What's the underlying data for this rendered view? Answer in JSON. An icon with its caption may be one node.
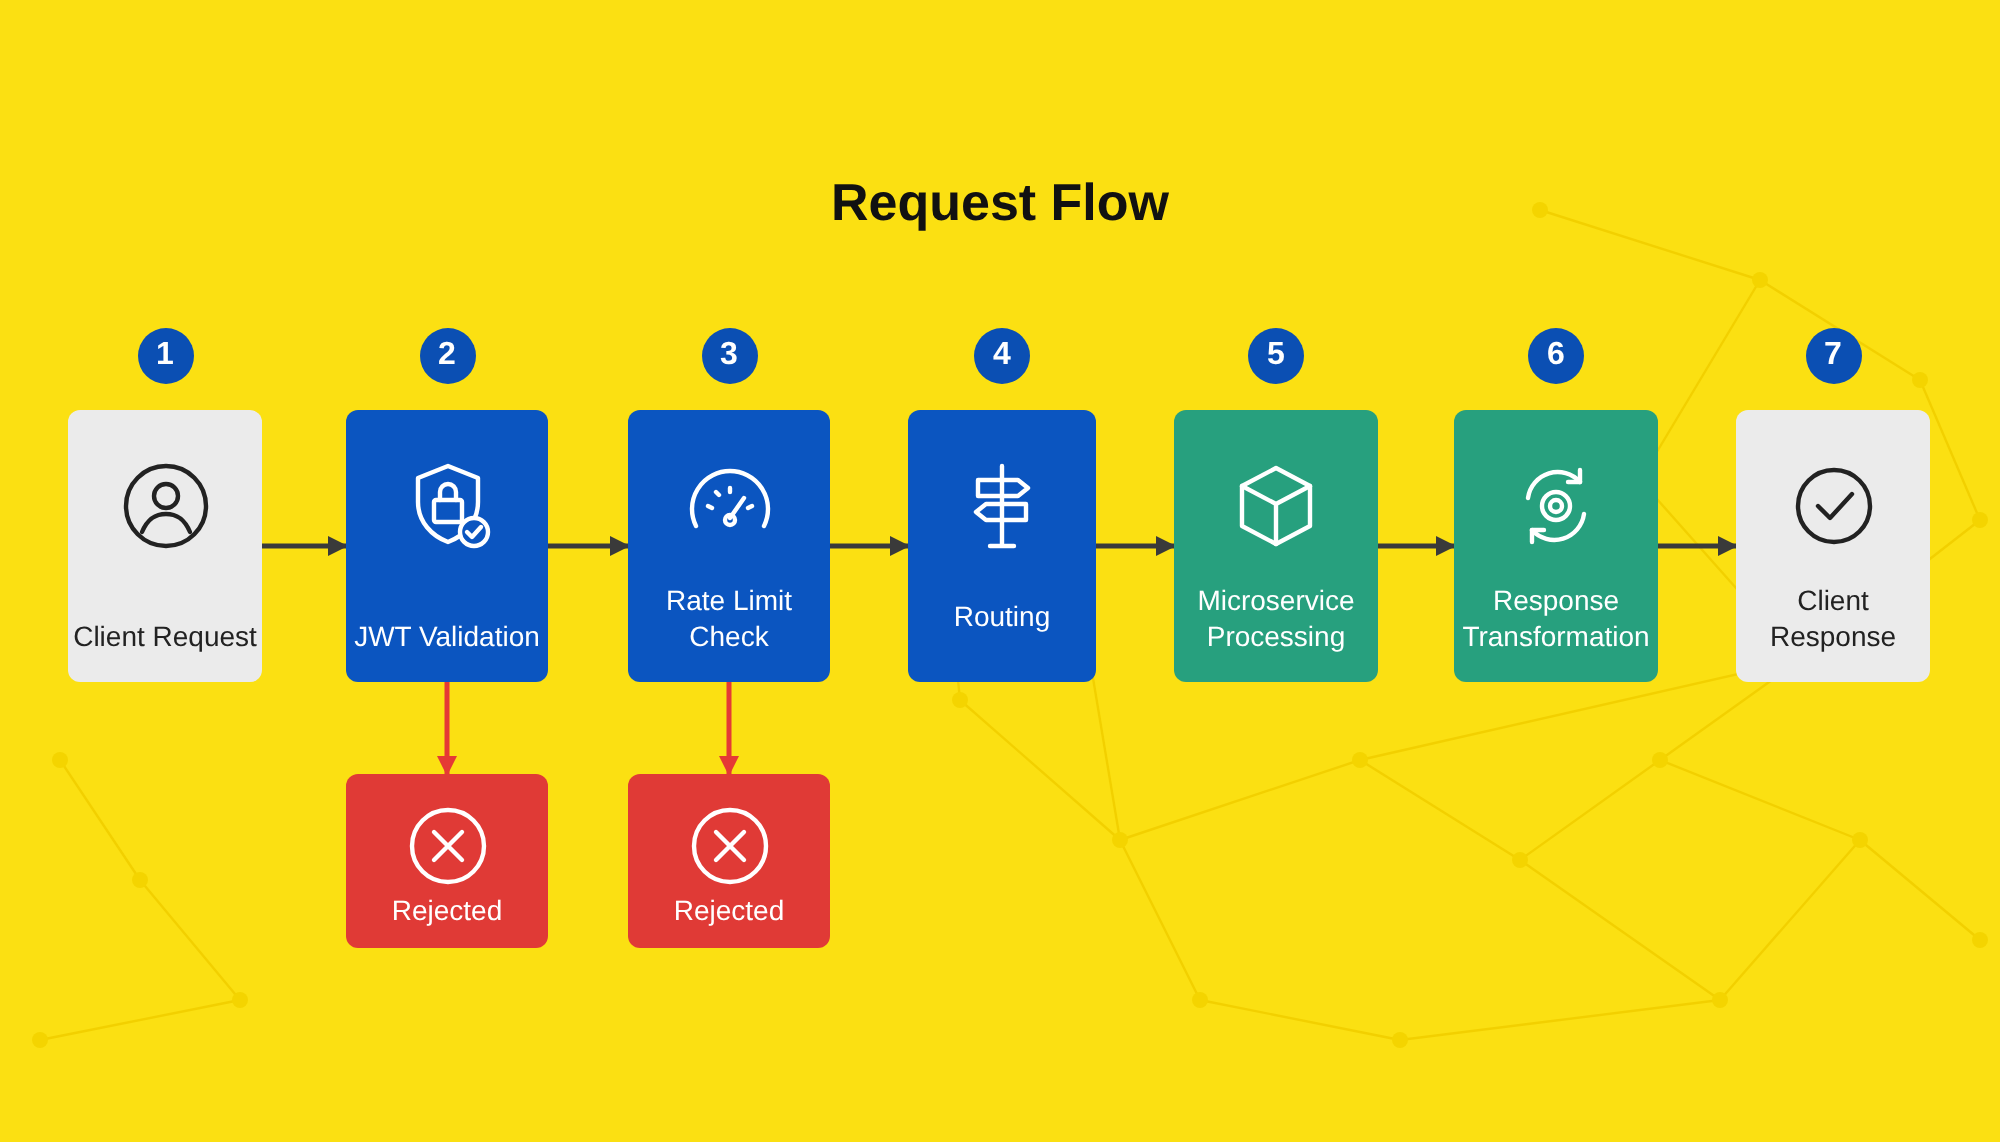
{
  "diagram": {
    "title": "Request Flow",
    "nodes": [
      {
        "text": [
          "Client Request"
        ],
        "beside": [
          "1"
        ]
      },
      {
        "text": [
          "JWT Validation"
        ],
        "beside": [
          "2"
        ]
      },
      {
        "text": [
          "Rate Limit Check"
        ],
        "beside": [
          "3"
        ]
      },
      {
        "text": [
          "Routing"
        ],
        "beside": [
          "4"
        ]
      },
      {
        "text": [
          "Microservice Processing"
        ],
        "beside": [
          "5"
        ]
      },
      {
        "text": [
          "Response Transformation"
        ],
        "beside": [
          "6"
        ]
      },
      {
        "text": [
          "Client Response"
        ],
        "beside": [
          "7"
        ]
      },
      {
        "text": [
          "Rejected"
        ]
      },
      {
        "text": [
          "Rejected"
        ]
      }
    ],
    "edges": [
      {
        "from": 0,
        "to": 1,
        "arrow": "to"
      },
      {
        "from": 1,
        "to": 2,
        "arrow": "to"
      },
      {
        "from": 2,
        "to": 3,
        "arrow": "to"
      },
      {
        "from": 3,
        "to": 4,
        "arrow": "to"
      },
      {
        "from": 4,
        "to": 5,
        "arrow": "to"
      },
      {
        "from": 5,
        "to": 6,
        "arrow": "to"
      },
      {
        "from": 1,
        "to": 7,
        "arrow": "to",
        "color": "#e53935"
      },
      {
        "from": 2,
        "to": 8,
        "arrow": "to",
        "color": "#e53935"
      }
    ]
  }
}
